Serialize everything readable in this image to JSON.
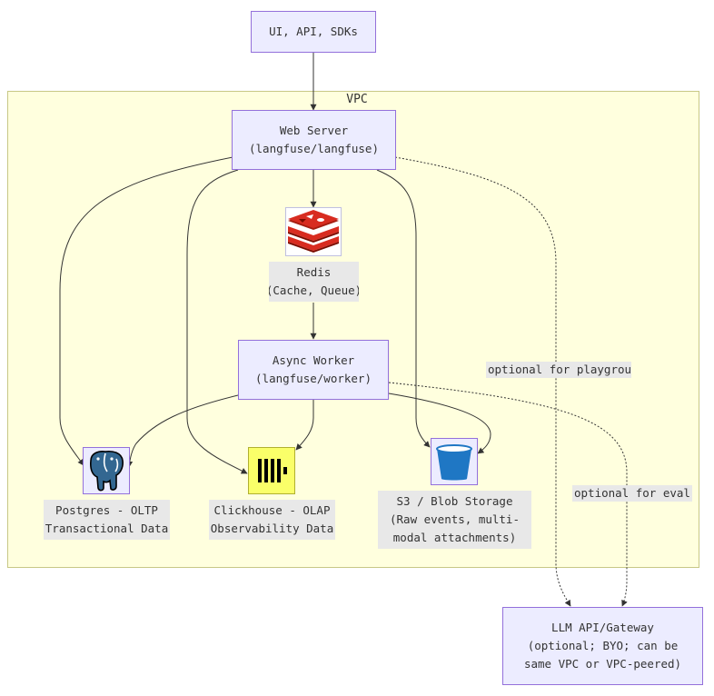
{
  "nodes": {
    "clients": {
      "label": "UI, API, SDKs"
    },
    "vpc": {
      "label": "VPC"
    },
    "web": {
      "line1": "Web Server",
      "line2": "(langfuse/langfuse)"
    },
    "redis": {
      "line1": "Redis",
      "line2": "(Cache, Queue)",
      "icon": "redis-icon"
    },
    "worker": {
      "line1": "Async Worker",
      "line2": "(langfuse/worker)"
    },
    "postgres": {
      "line1": "Postgres - OLTP",
      "line2": "(Transactional Data)",
      "icon": "postgres-elephant-icon"
    },
    "clickhouse": {
      "line1": "Clickhouse - OLAP",
      "line2": "(Observability Data)",
      "icon": "clickhouse-icon"
    },
    "s3": {
      "line1": "S3 / Blob Storage",
      "line2": "(Raw events, multi-",
      "line3": "modal attachments)",
      "icon": "bucket-icon"
    },
    "llm": {
      "line1": "LLM API/Gateway",
      "line2": "(optional; BYO; can be",
      "line3": "same VPC or VPC-peered)"
    }
  },
  "edge_labels": {
    "playground": "optional for playground",
    "eval": "optional for eval"
  },
  "colors": {
    "node_fill": "#ececff",
    "node_border": "#9370db",
    "vpc_fill": "#ffffde",
    "vpc_border": "#c8c886",
    "label_bg": "#e8e8e8",
    "edge": "#333333",
    "redis_red": "#d82c20",
    "postgres_blue": "#336791",
    "clickhouse_yellow": "#faff69",
    "bucket_blue": "#1f77c4"
  }
}
